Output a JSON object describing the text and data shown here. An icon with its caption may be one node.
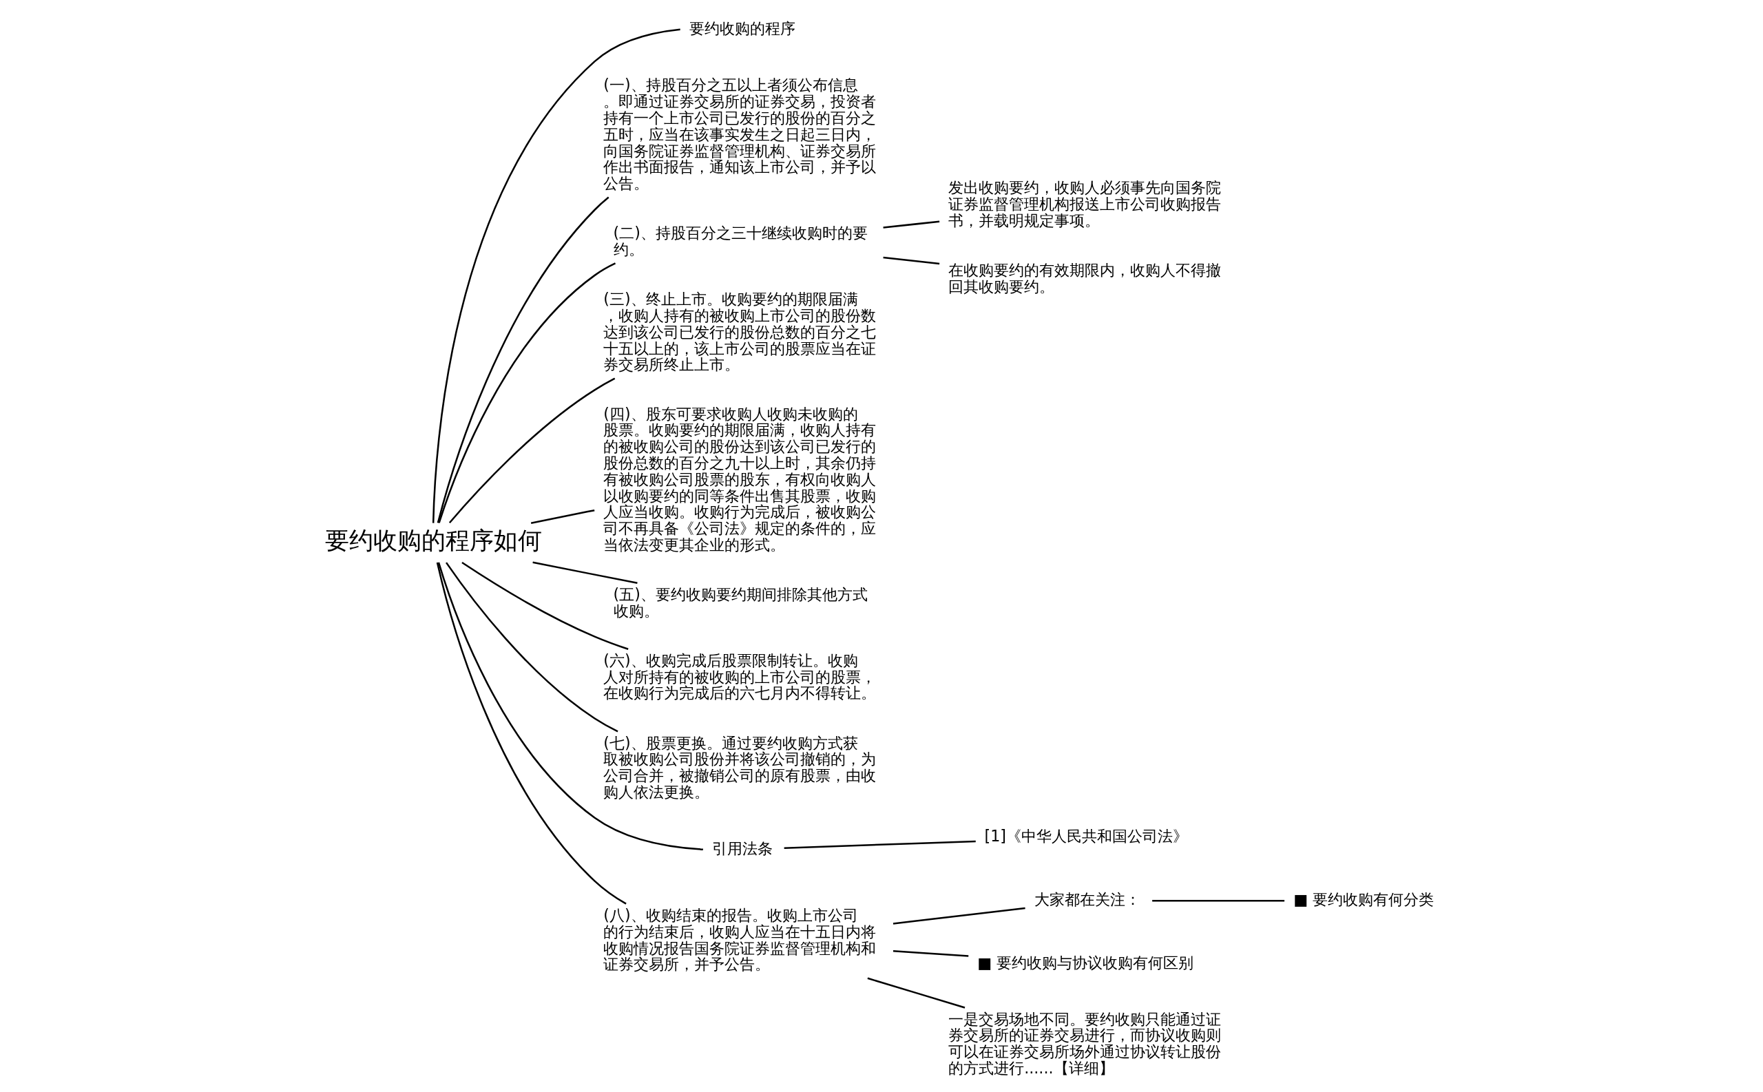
{
  "diagram": {
    "nodes": [
      {
        "text": [
          "要约收购的程序如何"
        ]
      },
      {
        "text": [
          "要约收购的程序"
        ]
      },
      {
        "text": [
          "(一)、持股百分之五以上者须公布信息。即通过证券交易所的证券交易，投资者持有一个上市公司已发行的股份的百分之五时，应当在该事实发生之日起三日内，向国务院证券监督管理机构、证券交易所作出书面报告，通知该上市公司，并予以公告。"
        ]
      },
      {
        "text": [
          "(二)、持股百分之三十继续收购时的要约。"
        ]
      },
      {
        "text": [
          "发出收购要约，收购人必须事先向国务院证券监督管理机构报送上市公司收购报告书，并载明规定事项。"
        ]
      },
      {
        "text": [
          "在收购要约的有效期限内，收购人不得撤回其收购要约。"
        ]
      },
      {
        "text": [
          "(三)、终止上市。收购要约的期限届满，收购人持有的被收购上市公司的股份数达到该公司已发行的股份总数的百分之七十五以上的，该上市公司的股票应当在证券交易所终止上市。"
        ]
      },
      {
        "text": [
          "(四)、股东可要求收购人收购未收购的股票。收购要约的期限届满，收购人持有的被收购公司的股份达到该公司已发行的股份总数的百分之九十以上时，其余仍持有被收购公司股票的股东，有权向收购人以收购要约的同等条件出售其股票，收购人应当收购。收购行为完成后，被收购公司不再具备《公司法》规定的条件的，应当依法变更其企业的形式。"
        ]
      },
      {
        "text": [
          "(五)、要约收购要约期间排除其他方式收购。"
        ]
      },
      {
        "text": [
          "(六)、收购完成后股票限制转让。收购人对所持有的被收购的上市公司的股票，在收购行为完成后的六七月内不得转让。"
        ]
      },
      {
        "text": [
          "(七)、股票更换。通过要约收购方式获取被收购公司股份并将该公司撤销的，为公司合并，被撤销公司的原有股票，由收购人依法更换。"
        ]
      },
      {
        "text": [
          "引用法条"
        ]
      },
      {
        "text": [
          "[1]《中华人民共和国公司法》"
        ]
      },
      {
        "text": [
          "(八)、收购结束的报告。收购上市公司的行为结束后，收购人应当在十五日内将收购情况报告国务院证券监督管理机构和证券交易所，并予公告。"
        ]
      },
      {
        "text": [
          "大家都在关注："
        ]
      },
      {
        "text": [
          "■ 要约收购有何分类"
        ]
      },
      {
        "text": [
          "■ 要约收购与协议收购有何区别"
        ]
      },
      {
        "text": [
          "一是交易场地不同。要约收购只能通过证券交易所的证券交易进行，而协议收购则可以在证券交易所场外通过协议转让股份的方式进行......【详细】"
        ]
      }
    ],
    "edges": [
      {
        "from": 0,
        "to": 1,
        "arrow": "none"
      },
      {
        "from": 0,
        "to": 2,
        "arrow": "none"
      },
      {
        "from": 0,
        "to": 3,
        "arrow": "none"
      },
      {
        "from": 3,
        "to": 4,
        "arrow": "none"
      },
      {
        "from": 3,
        "to": 5,
        "arrow": "none"
      },
      {
        "from": 0,
        "to": 6,
        "arrow": "none"
      },
      {
        "from": 0,
        "to": 7,
        "arrow": "none"
      },
      {
        "from": 0,
        "to": 8,
        "arrow": "none"
      },
      {
        "from": 0,
        "to": 9,
        "arrow": "none"
      },
      {
        "from": 0,
        "to": 10,
        "arrow": "none"
      },
      {
        "from": 0,
        "to": 11,
        "arrow": "none"
      },
      {
        "from": 11,
        "to": 12,
        "arrow": "none"
      },
      {
        "from": 0,
        "to": 13,
        "arrow": "none"
      },
      {
        "from": 13,
        "to": 14,
        "arrow": "none"
      },
      {
        "from": 14,
        "to": 15,
        "arrow": "none"
      },
      {
        "from": 13,
        "to": 16,
        "arrow": "none"
      },
      {
        "from": 13,
        "to": 17,
        "arrow": "none"
      }
    ]
  }
}
